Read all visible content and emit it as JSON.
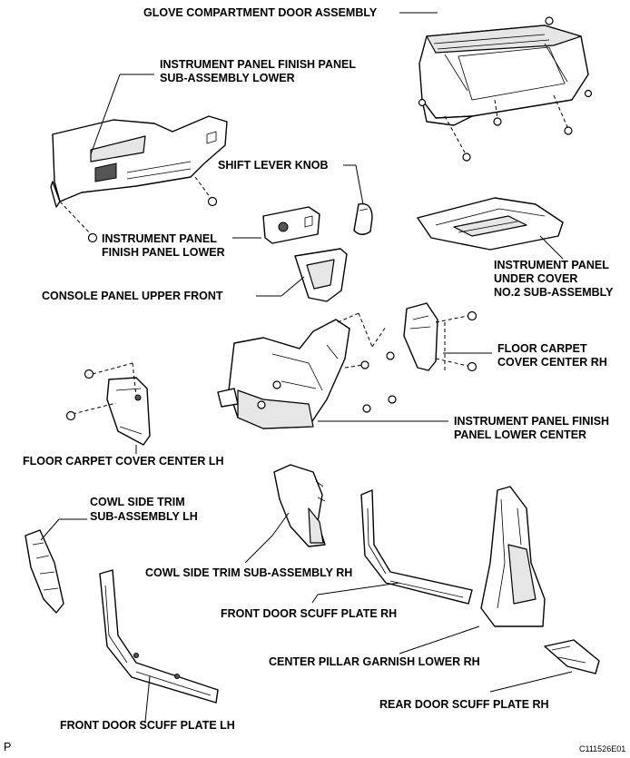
{
  "labels": {
    "glove_compartment": "GLOVE COMPARTMENT DOOR ASSEMBLY",
    "ip_finish_lower_1": "INSTRUMENT PANEL FINISH PANEL",
    "ip_finish_lower_2": "SUB-ASSEMBLY LOWER",
    "shift_knob": "SHIFT LEVER KNOB",
    "ip_finish_panel_lower_1": "INSTRUMENT PANEL",
    "ip_finish_panel_lower_2": "FINISH PANEL LOWER",
    "ip_under_cover_1": "INSTRUMENT PANEL",
    "ip_under_cover_2": "UNDER COVER",
    "ip_under_cover_3": "NO.2 SUB-ASSEMBLY",
    "console_panel": "CONSOLE PANEL UPPER FRONT",
    "floor_carpet_rh_1": "FLOOR CARPET",
    "floor_carpet_rh_2": "COVER CENTER RH",
    "ip_lower_center_1": "INSTRUMENT PANEL FINISH",
    "ip_lower_center_2": "PANEL LOWER CENTER",
    "floor_carpet_lh": "FLOOR CARPET COVER CENTER LH",
    "cowl_lh_1": "COWL SIDE TRIM",
    "cowl_lh_2": "SUB-ASSEMBLY LH",
    "cowl_rh": "COWL SIDE TRIM SUB-ASSEMBLY RH",
    "front_scuff_rh": "FRONT DOOR SCUFF PLATE RH",
    "center_pillar": "CENTER PILLAR GARNISH LOWER RH",
    "rear_scuff_rh": "REAR DOOR SCUFF PLATE RH",
    "front_scuff_lh": "FRONT DOOR SCUFF PLATE LH"
  },
  "footer": {
    "corner_letter": "P",
    "figure_code": "C111526E01"
  }
}
